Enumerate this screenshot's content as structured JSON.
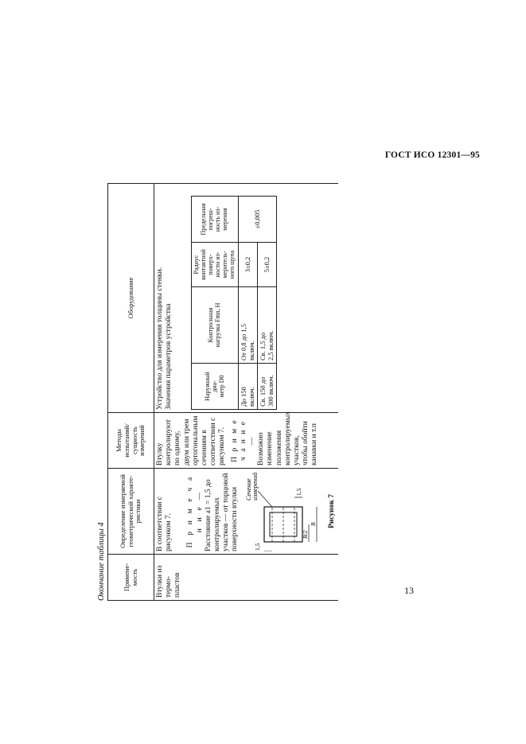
{
  "header": {
    "standard": "ГОСТ ИСО 12301—95"
  },
  "caption": "Окончание таблицы 4",
  "table": {
    "columns": [
      "Примене-\nмость",
      "Определение измеряемой\nгеометрической характе-\nристики",
      "Методы\nиспытаний/\nсущность\nизмерений",
      "Оборудование"
    ],
    "row": {
      "applicability": "Втулки из термо-пластов",
      "definition": "В соответствии с рисунком 7.",
      "note_head": "П р и м е ч а н и е —",
      "note_text": "Расстояние a1 = 1,5 до контролируемых участков — от торцовой поверхности втулки",
      "method_1": "Втулку контролируют по одному, двум или трем ортогональным сечениям в соответствии с рисунком 7.",
      "method_note_head": "П р и м е ч а н и е —",
      "method_note": "Возможно изменение положения контролируемых участков, чтобы обойти канавки и т.п",
      "equipment_1": "Устройство для измерения толщины стенки.",
      "equipment_2": "Значения параметров устройства"
    },
    "subtable": {
      "headers": [
        "Наружный диа-\nметр D0",
        "Контрольная\nнагрузка Fmn, Н",
        "Радиус\nконтактной\nповерх-\nности из-\nмеритель-\nного щупа",
        "Предельная\nпогреш-\nность из-\nмерения"
      ],
      "rows": [
        [
          "До 150\nвключ.",
          "От 0,8 до 1,5\nвключ.",
          "3±0,2",
          "±0,005"
        ],
        [
          "Св. 150 до\n300 включ.",
          "Св. 1,5 до\n2,5 включ.",
          "5±0,2",
          ""
        ]
      ]
    }
  },
  "figure": {
    "label_section": "Сечение",
    "label_measure": "измерений",
    "dim_a": "1,5",
    "dim_b": "1,5",
    "dim_half": "B/2",
    "dim_full": "B",
    "caption": "Рисунок 7"
  },
  "page_number": "13"
}
